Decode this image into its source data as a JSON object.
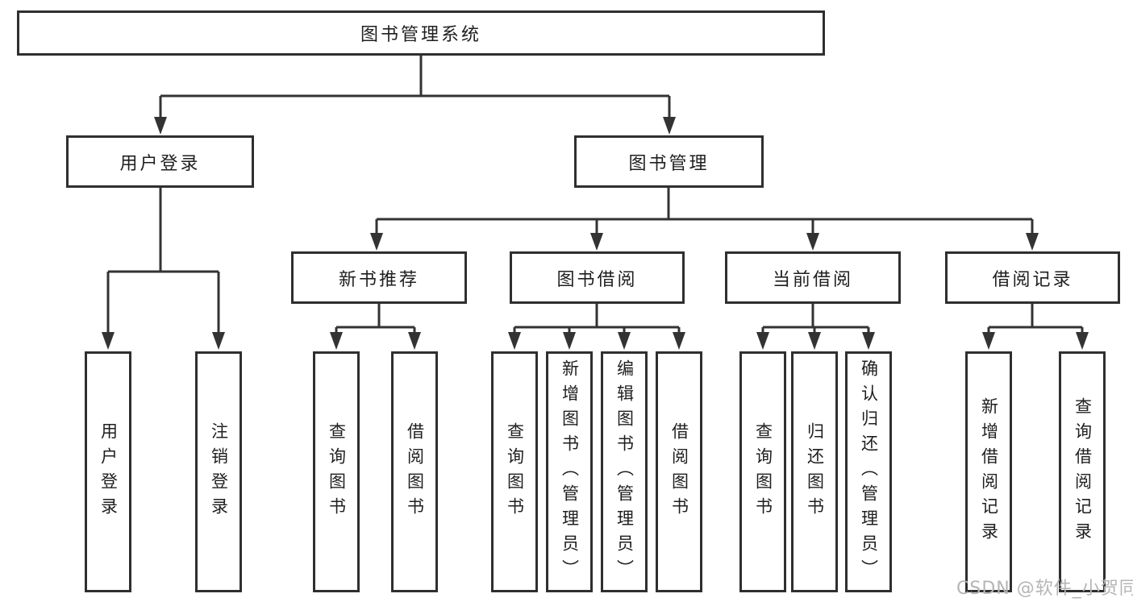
{
  "diagram": {
    "title": "图书管理系统",
    "root": {
      "label": "图书管理系统"
    },
    "level2": [
      {
        "label": "用户登录"
      },
      {
        "label": "图书管理"
      }
    ],
    "level3": [
      {
        "label": "新书推荐"
      },
      {
        "label": "图书借阅"
      },
      {
        "label": "当前借阅"
      },
      {
        "label": "借阅记录"
      }
    ],
    "leaves": [
      {
        "label": "用户登录",
        "parent": "用户登录"
      },
      {
        "label": "注销登录",
        "parent": "用户登录"
      },
      {
        "label": "查询图书",
        "parent": "新书推荐"
      },
      {
        "label": "借阅图书",
        "parent": "新书推荐"
      },
      {
        "label": "查询图书",
        "parent": "图书借阅"
      },
      {
        "label": "新增图书（管理员）",
        "parent": "图书借阅"
      },
      {
        "label": "编辑图书（管理员）",
        "parent": "图书借阅"
      },
      {
        "label": "借阅图书",
        "parent": "图书借阅"
      },
      {
        "label": "查询图书",
        "parent": "当前借阅"
      },
      {
        "label": "归还图书",
        "parent": "当前借阅"
      },
      {
        "label": "确认归还（管理员）",
        "parent": "当前借阅"
      },
      {
        "label": "新增借阅记录",
        "parent": "借阅记录"
      },
      {
        "label": "查询借阅记录",
        "parent": "借阅记录"
      }
    ],
    "colors": {
      "line": "#333333",
      "border": "#2f2f2f",
      "text": "#1f1f1f",
      "background": "#ffffff",
      "watermark": "#b5b5b5"
    },
    "watermark": {
      "text": "CSDN @软件_小贺同学"
    }
  }
}
